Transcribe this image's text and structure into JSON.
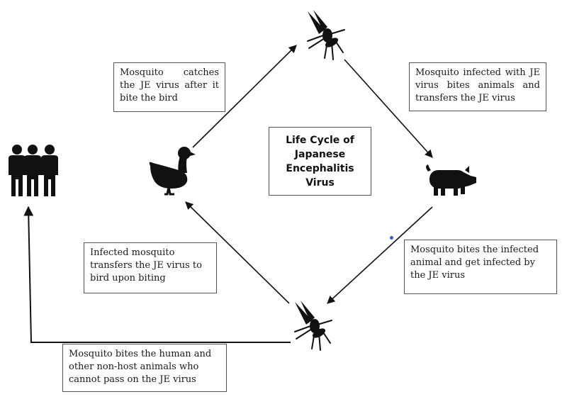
{
  "title": "Life Cycle of Japanese Encephalitis Virus",
  "labels": {
    "catch": "Mosquito catches the JE virus after it bite the bird",
    "bites_animals": "Mosquito infected with JE virus bites animals and transfers the JE virus",
    "transfers_bird": "Infected mosquito transfers the JE virus to bird upon biting",
    "bites_infected": "Mosquito bites the infected animal and get infected by the JE virus",
    "bites_human": "Mosquito bites the human and other non-host animals who cannot pass on the JE virus"
  },
  "icons": {
    "top": "mosquito-icon",
    "bottom": "mosquito-icon",
    "left": "bird-icon",
    "right": "pig-icon",
    "far_left": "people-icon"
  },
  "colors": {
    "ink": "#111111",
    "box_border": "#555555",
    "accent_dot": "#3a5bbf"
  }
}
